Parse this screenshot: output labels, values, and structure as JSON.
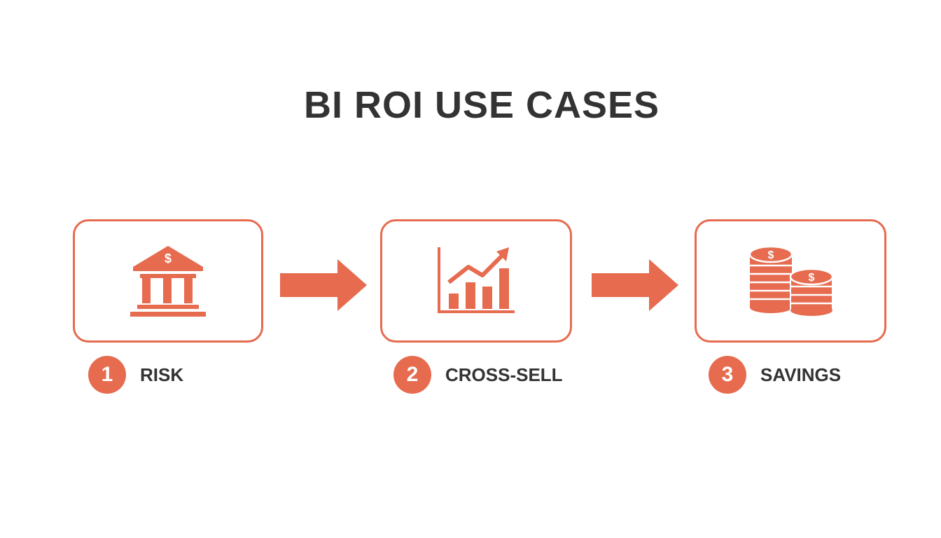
{
  "title": "BI ROI USE CASES",
  "accent_color": "#E66B4F",
  "text_color": "#333333",
  "steps": [
    {
      "number": "1",
      "label": "RISK",
      "icon": "bank-icon"
    },
    {
      "number": "2",
      "label": "CROSS-SELL",
      "icon": "growth-chart-icon"
    },
    {
      "number": "3",
      "label": "SAVINGS",
      "icon": "coin-stacks-icon"
    }
  ],
  "connectors": [
    "arrow-right-icon",
    "arrow-right-icon"
  ]
}
